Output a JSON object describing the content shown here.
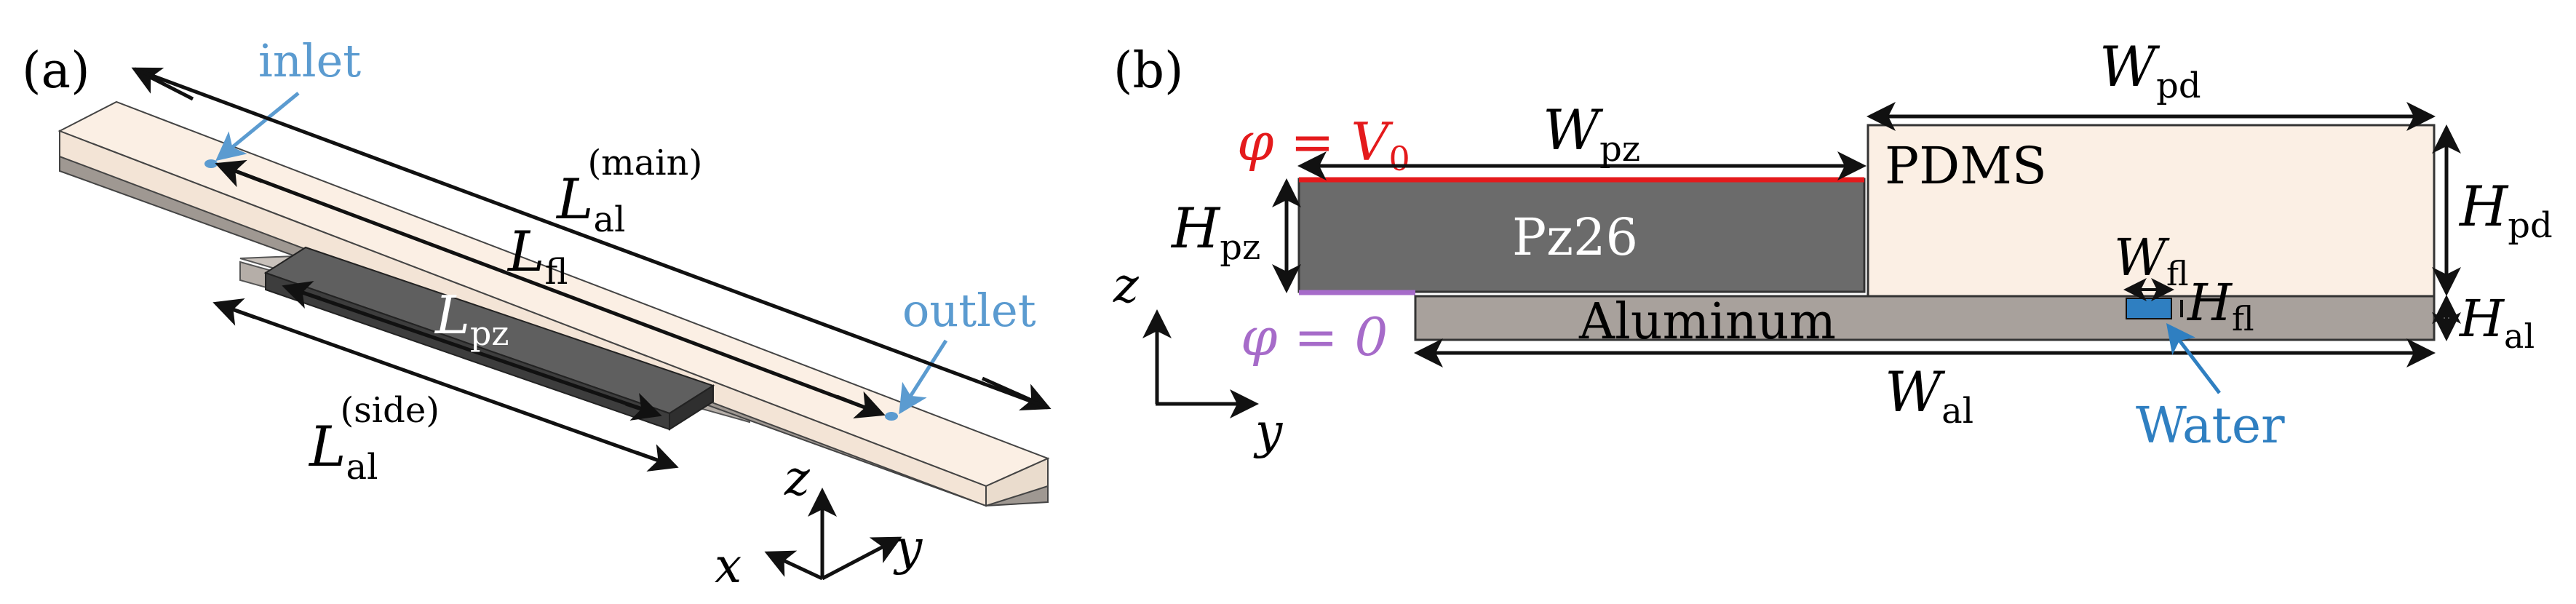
{
  "panel_a": {
    "label": "(a)",
    "inlet": "inlet",
    "outlet": "outlet",
    "L_al_main": {
      "main": "L",
      "sub": "al",
      "sup": "(main)"
    },
    "L_fl": {
      "main": "L",
      "sub": "fl"
    },
    "L_pz": {
      "main": "L",
      "sub": "pz"
    },
    "L_al_side": {
      "main": "L",
      "sub": "al",
      "sup": "(side)"
    },
    "axes": {
      "z": "z",
      "x": "x",
      "y": "y"
    }
  },
  "panel_b": {
    "label": "(b)",
    "phi_top": {
      "lhs": "φ = ",
      "main": "V",
      "sub": "0"
    },
    "phi_bottom": "φ = 0",
    "W_pz": {
      "main": "W",
      "sub": "pz"
    },
    "W_pd": {
      "main": "W",
      "sub": "pd"
    },
    "H_pz": {
      "main": "H",
      "sub": "pz"
    },
    "H_pd": {
      "main": "H",
      "sub": "pd"
    },
    "H_al": {
      "main": "H",
      "sub": "al"
    },
    "W_fl": {
      "main": "W",
      "sub": "fl"
    },
    "H_fl": {
      "main": "H",
      "sub": "fl"
    },
    "W_al": {
      "main": "W",
      "sub": "al"
    },
    "pdms": "PDMS",
    "pz26": "Pz26",
    "aluminum": "Aluminum",
    "water": "Water",
    "axes": {
      "z": "z",
      "y": "y"
    }
  },
  "colors": {
    "pdms": "#fbefe4",
    "aluminum": "#a8a19c",
    "piezo": "#6b6b6b",
    "water": "#2f7fc1",
    "annotation_blue": "#5b9bd0",
    "electrode_red": "#e41a1c",
    "ground_purple": "#a66bc9"
  }
}
